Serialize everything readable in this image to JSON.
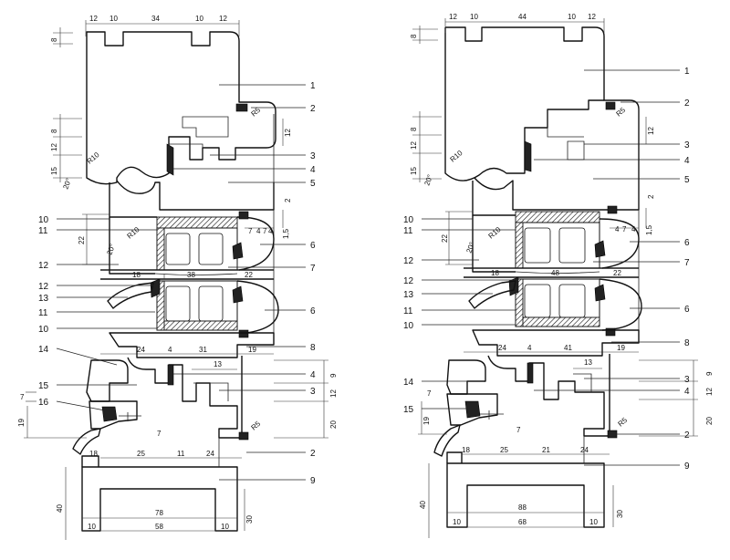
{
  "left": {
    "callouts_right": [
      "1",
      "2",
      "3",
      "4",
      "5",
      "6",
      "7",
      "6",
      "8",
      "4",
      "3",
      "2",
      "9"
    ],
    "callouts_left": [
      "10",
      "11",
      "12",
      "12",
      "13",
      "11",
      "10",
      "14",
      "15",
      "16"
    ],
    "dims_top": [
      "12",
      "10",
      "34",
      "10",
      "12"
    ],
    "dims_left": [
      "8",
      "8",
      "12",
      "15",
      "20°",
      "22",
      "20°",
      "7",
      "19"
    ],
    "dims_right_side": [
      "12",
      "2",
      "7",
      "4",
      "7",
      "4",
      "1,5",
      "9",
      "12",
      "20"
    ],
    "dims_mid_row1": [
      "18",
      "38",
      "22"
    ],
    "dims_mid_row2": [
      "24",
      "4",
      "31",
      "19"
    ],
    "dims_mid_row3": [
      "13"
    ],
    "dims_bottom_row": [
      "18",
      "25",
      "11",
      "24"
    ],
    "dims_base": [
      "40",
      "78",
      "30",
      "10",
      "58",
      "10"
    ],
    "radii": [
      "R5",
      "R10",
      "R10",
      "R5"
    ],
    "small": [
      "7"
    ]
  },
  "right": {
    "callouts_right": [
      "1",
      "2",
      "3",
      "4",
      "5",
      "6",
      "7",
      "6",
      "8",
      "3",
      "4",
      "2",
      "9"
    ],
    "callouts_left": [
      "10",
      "11",
      "12",
      "12",
      "13",
      "11",
      "10",
      "14",
      "15"
    ],
    "dims_top": [
      "12",
      "10",
      "44",
      "10",
      "12"
    ],
    "dims_left": [
      "8",
      "8",
      "12",
      "15",
      "20°",
      "22",
      "20°",
      "7",
      "19"
    ],
    "dims_right_side": [
      "12",
      "2",
      "4",
      "7",
      "4",
      "1,5",
      "9",
      "12",
      "20"
    ],
    "dims_mid_row1": [
      "18",
      "48",
      "22"
    ],
    "dims_mid_row2": [
      "24",
      "4",
      "41",
      "19"
    ],
    "dims_mid_row3": [
      "13"
    ],
    "dims_bottom_row": [
      "18",
      "25",
      "21",
      "24"
    ],
    "dims_base": [
      "40",
      "88",
      "30",
      "10",
      "68",
      "10"
    ],
    "radii": [
      "R5",
      "R10",
      "R10",
      "R5"
    ],
    "small": [
      "7"
    ]
  }
}
